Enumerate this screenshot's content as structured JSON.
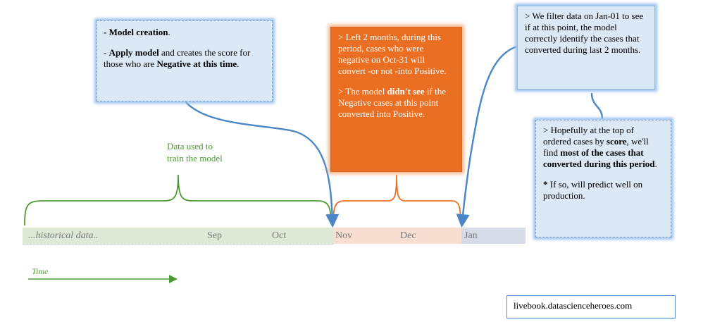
{
  "boxes": {
    "model": {
      "line1_bold": "- Model creation",
      "line1_tail": ".",
      "line2_prefix": "- ",
      "line2_bold": "Apply model",
      "line2_mid": " and creates the score for those who are ",
      "line2_bold2": "Negative at this time",
      "line2_tail": "."
    },
    "left": {
      "p1": "> Left 2 months, during this period, cases who were negative on Oct-31 will convert -or not -into Positive.",
      "p2_prefix": "> The model ",
      "p2_bold": "didn't see",
      "p2_tail": " if the Negative cases at this point converted into Positive."
    },
    "jan": {
      "text": "> We filter data on Jan-01 to see if at this point, the model correctly identify the cases that converted during last 2 months."
    },
    "hope": {
      "p1_prefix": "> Hopefully at the top of ordered cases by ",
      "p1_bold1": "score",
      "p1_mid": ", we'll find ",
      "p1_bold2": "most of the cases that converted during this period",
      "p1_tail": ".",
      "p2_bold": "*",
      "p2_tail": " If so, will predict well on production."
    }
  },
  "train_label": "Data used to train the model",
  "timeline": {
    "historical": "...historical data..",
    "sep": "Sep",
    "oct": "Oct",
    "nov": "Nov",
    "dec": "Dec",
    "jan": "Jan"
  },
  "time_label": "Time",
  "website": "livebook.datascienceheroes.com",
  "colors": {
    "green": "#4e9a32",
    "orange": "#eb6f23",
    "blue_arrow": "#4a86c5",
    "box_blue": "#dbe8f6"
  }
}
